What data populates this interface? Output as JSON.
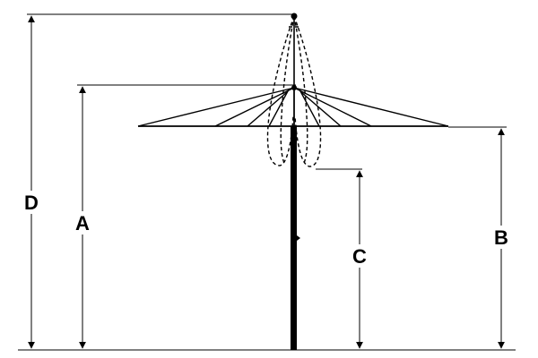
{
  "labels": {
    "D": "D",
    "A": "A",
    "C": "C",
    "B": "B"
  },
  "colors": {
    "line": "#000000",
    "background": "#ffffff"
  }
}
